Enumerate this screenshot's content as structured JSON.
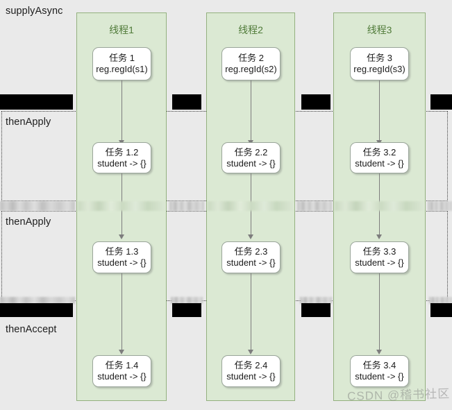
{
  "diagram": {
    "background_color": "#eaeaea",
    "lane_fill_color": "#dbe9d3",
    "lane_border_color": "#93b07e",
    "lane_title_color": "#4f7a38",
    "phases": [
      {
        "id": "supplyAsync",
        "label": "supplyAsync"
      },
      {
        "id": "thenApply1",
        "label": "thenApply"
      },
      {
        "id": "thenApply2",
        "label": "thenApply"
      },
      {
        "id": "thenAccept",
        "label": "thenAccept"
      }
    ],
    "lanes": [
      {
        "id": "lane1",
        "title": "线程1",
        "tasks": [
          {
            "id": "t1",
            "line1": "任务 1",
            "line2": "reg.regId(s1)"
          },
          {
            "id": "t12",
            "line1": "任务 1.2",
            "line2": "student -> {}"
          },
          {
            "id": "t13",
            "line1": "任务 1.3",
            "line2": "student -> {}"
          },
          {
            "id": "t14",
            "line1": "任务 1.4",
            "line2": "student -> {}"
          }
        ]
      },
      {
        "id": "lane2",
        "title": "线程2",
        "tasks": [
          {
            "id": "t2",
            "line1": "任务 2",
            "line2": "reg.regId(s2)"
          },
          {
            "id": "t22",
            "line1": "任务 2.2",
            "line2": "student -> {}"
          },
          {
            "id": "t23",
            "line1": "任务 2.3",
            "line2": "student -> {}"
          },
          {
            "id": "t24",
            "line1": "任务 2.4",
            "line2": "student -> {}"
          }
        ]
      },
      {
        "id": "lane3",
        "title": "线程3",
        "tasks": [
          {
            "id": "t3",
            "line1": "任务 3",
            "line2": "reg.regId(s3)"
          },
          {
            "id": "t32",
            "line1": "任务 3.2",
            "line2": "student -> {}"
          },
          {
            "id": "t33",
            "line1": "任务 3.3",
            "line2": "student -> {}"
          },
          {
            "id": "t34",
            "line1": "任务 3.4",
            "line2": "student -> {}"
          }
        ]
      }
    ],
    "watermark": {
      "text": "CSDN @稽书社区"
    }
  }
}
